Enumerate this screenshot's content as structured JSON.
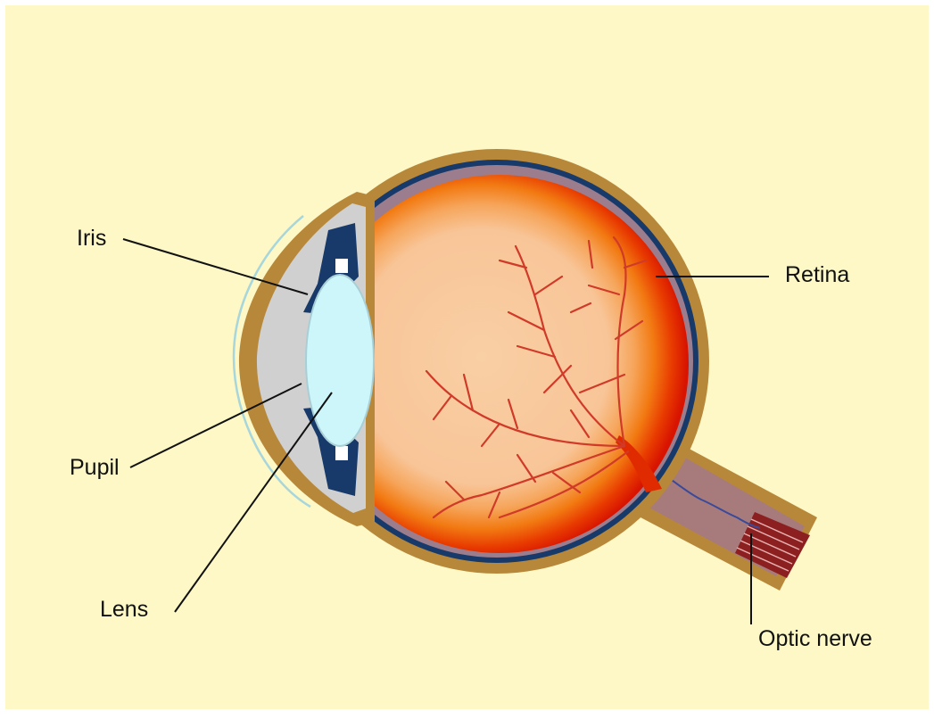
{
  "labels": {
    "iris": "Iris",
    "pupil": "Pupil",
    "lens": "Lens",
    "retina": "Retina",
    "optic_nerve": "Optic nerve"
  },
  "colors": {
    "background": "#fdf8c6",
    "sclera": "#b8883a",
    "choroid": "#173a6a",
    "retina_outer": "#e11d00",
    "retina_mid": "#f26a00",
    "vitreous": "#f8c8a0",
    "lens": "#cdf6fb",
    "aqueous": "#cfcfcf",
    "vessels": "#d03a28",
    "nerve": "#a57878",
    "leader_line": "#111111"
  }
}
